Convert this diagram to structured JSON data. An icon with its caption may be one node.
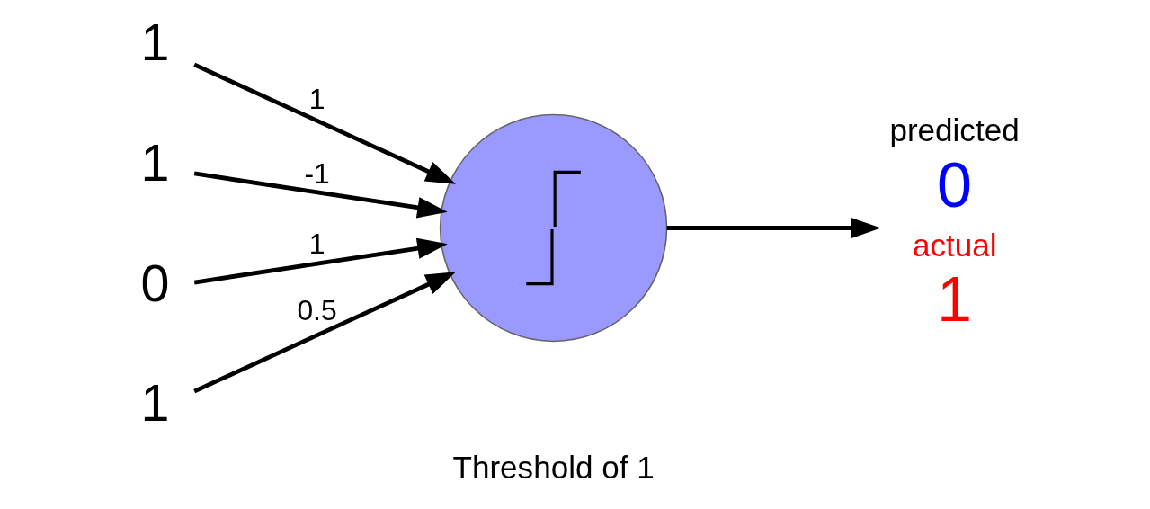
{
  "diagram": {
    "nodes": [
      {
        "text": [
          "1"
        ]
      },
      {
        "text": [
          "1"
        ]
      },
      {
        "text": [
          "0"
        ]
      },
      {
        "text": [
          "1"
        ]
      },
      {
        "text": [],
        "shape": "circle",
        "beside": [
          "Threshold of 1"
        ]
      },
      {
        "text": [
          "predicted",
          "0",
          "actual",
          "1"
        ]
      }
    ],
    "edges": [
      {
        "from": 0,
        "to": 4,
        "arrow": "to",
        "label": "1"
      },
      {
        "from": 1,
        "to": 4,
        "arrow": "to",
        "label": "-1"
      },
      {
        "from": 2,
        "to": 4,
        "arrow": "to",
        "label": "1"
      },
      {
        "from": 3,
        "to": 4,
        "arrow": "to",
        "label": "0.5"
      },
      {
        "from": 4,
        "to": 5,
        "arrow": "to"
      }
    ]
  }
}
